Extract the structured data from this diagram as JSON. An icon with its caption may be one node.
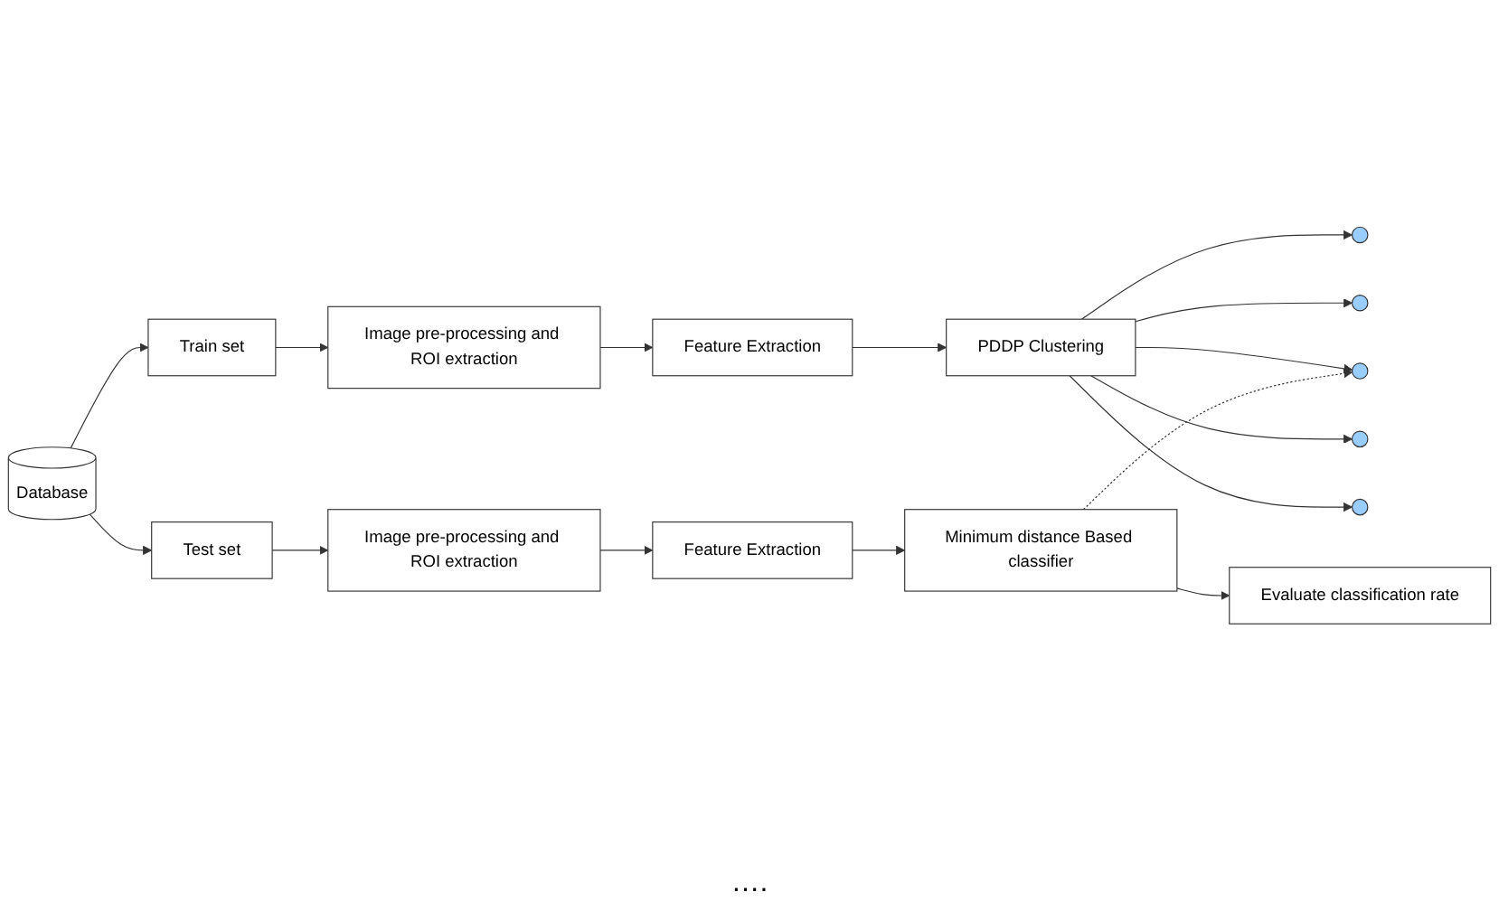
{
  "diagram": {
    "nodes": [
      {
        "text": [
          "Train set"
        ]
      },
      {
        "text": [
          "Image pre-processing and ROI extraction"
        ]
      },
      {
        "text": [
          "Feature Extraction"
        ]
      },
      {
        "text": [
          "PDDP Clustering"
        ]
      },
      {
        "text": [],
        "shape": "circle"
      },
      {
        "text": [],
        "shape": "circle"
      },
      {
        "text": [],
        "shape": "circle"
      },
      {
        "text": [],
        "shape": "circle"
      },
      {
        "text": [],
        "shape": "circle"
      },
      {
        "text": [
          "Database"
        ]
      },
      {
        "text": [
          "Test set"
        ]
      },
      {
        "text": [
          "Image pre-processing and ROI extraction"
        ]
      },
      {
        "text": [
          "Feature Extraction"
        ]
      },
      {
        "text": [
          "Minimum distance Based classifier"
        ]
      },
      {
        "text": [
          "Evaluate classification rate"
        ]
      }
    ],
    "edges": [
      {
        "from": 9,
        "to": 0,
        "arrow": "to"
      },
      {
        "from": 0,
        "to": 1,
        "arrow": "to"
      },
      {
        "from": 1,
        "to": 2,
        "arrow": "to"
      },
      {
        "from": 2,
        "to": 3,
        "arrow": "to"
      },
      {
        "from": 3,
        "to": 4,
        "arrow": "to"
      },
      {
        "from": 3,
        "to": 5,
        "arrow": "to"
      },
      {
        "from": 3,
        "to": 6,
        "arrow": "to"
      },
      {
        "from": 3,
        "to": 7,
        "arrow": "to"
      },
      {
        "from": 3,
        "to": 8,
        "arrow": "to"
      },
      {
        "from": 9,
        "to": 10,
        "arrow": "to"
      },
      {
        "from": 10,
        "to": 11,
        "arrow": "to"
      },
      {
        "from": 11,
        "to": 12,
        "arrow": "to"
      },
      {
        "from": 12,
        "to": 13,
        "arrow": "to"
      },
      {
        "from": 13,
        "to": 6,
        "arrow": "to",
        "style": "dashed"
      },
      {
        "from": 13,
        "to": 14,
        "arrow": "to"
      }
    ],
    "labels": [
      "…."
    ]
  }
}
